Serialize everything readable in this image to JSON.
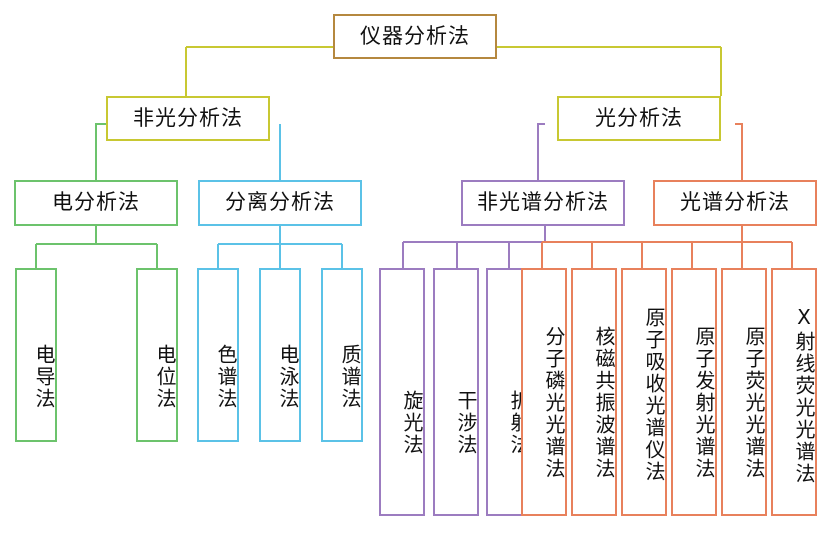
{
  "diagram": {
    "title_text": "仪器分析法",
    "type": "tree-diagram",
    "palette": {
      "root": "#b5883f",
      "level2": "#c8c832",
      "electro": "#6cc36c",
      "separation": "#5bc2e7",
      "nonspectral": "#9c7cc0",
      "spectral": "#e8815c",
      "text": "#111111",
      "background": "#ffffff"
    },
    "nodes": {
      "root": {
        "label": "仪器分析法"
      },
      "level2": [
        {
          "label": "非光分析法"
        },
        {
          "label": "光分析法"
        }
      ],
      "level3": [
        {
          "label": "电分析法"
        },
        {
          "label": "分离分析法"
        },
        {
          "label": "非光谱分析法"
        },
        {
          "label": "光谱分析法"
        }
      ],
      "electro_leaves": [
        {
          "label": "电导法"
        },
        {
          "label": "电位法"
        }
      ],
      "separation_leaves": [
        {
          "label": "色谱法"
        },
        {
          "label": "电泳法"
        },
        {
          "label": "质谱法"
        }
      ],
      "nonspectral_leaves": [
        {
          "label": "旋光法"
        },
        {
          "label": "干涉法"
        },
        {
          "label": "折射法"
        }
      ],
      "spectral_leaves": [
        {
          "label": "分子磷光光谱法"
        },
        {
          "label": "核磁共振波谱法"
        },
        {
          "label": "原子吸收光谱仪法"
        },
        {
          "label": "原子发射光谱法"
        },
        {
          "label": "原子荧光光谱法"
        },
        {
          "label": "X射线荧光光谱法"
        }
      ]
    }
  }
}
